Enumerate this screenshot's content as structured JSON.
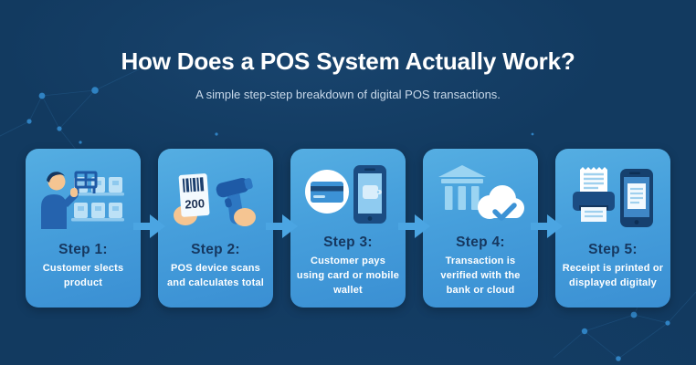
{
  "header": {
    "title": "How Does a POS System Actually Work?",
    "subtitle": "A simple step-step breakdown of digital POS transactions."
  },
  "steps": [
    {
      "title": "Step 1:",
      "description": "Customer slects product",
      "icon": "customer-selects-product-icon"
    },
    {
      "title": "Step 2:",
      "description": "POS device scans and calculates total",
      "icon": "barcode-scanner-icon",
      "scan_value": "200"
    },
    {
      "title": "Step 3:",
      "description": "Customer pays using card or mobile wallet",
      "icon": "card-mobile-payment-icon"
    },
    {
      "title": "Step 4:",
      "description": "Transaction is verified with the bank or cloud",
      "icon": "bank-cloud-verification-icon"
    },
    {
      "title": "Step 5:",
      "description": "Receipt is printed or displayed digitaly",
      "icon": "receipt-printer-phone-icon"
    }
  ],
  "colors": {
    "background": "#123a60",
    "card_top": "#55aee2",
    "card_bottom": "#3a8fd3",
    "arrow": "#4ba5e2",
    "step_title_text": "#16375f",
    "description_text": "#ffffff",
    "subtitle_text": "#c8d9ea"
  }
}
